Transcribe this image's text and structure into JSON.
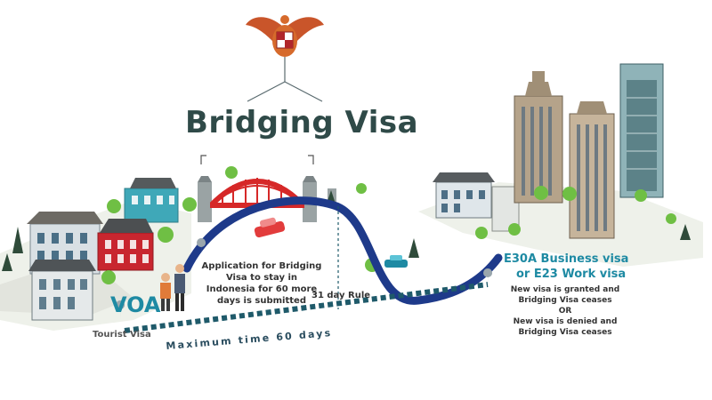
{
  "title": "Bridging Visa",
  "voa_label": "VOA",
  "tourist_visa": "Tourist Visa",
  "max_time": "Maximum time 60 days",
  "application_text": "Application for Bridging Visa to stay in Indonesia for 60 more days is submitted",
  "rule_label": "31 day Rule",
  "target_visa": {
    "line1": "E30A Business visa",
    "line2": "or E23 Work visa"
  },
  "outcomes": {
    "granted": "New visa is granted and Bridging Visa ceases",
    "or": "OR",
    "denied": "New visa is denied and Bridging Visa ceases"
  },
  "colors": {
    "title": "#2f4a48",
    "accent": "#1e8aa3",
    "path": "#1e3a8a",
    "bridge": "#d62828",
    "dotted": "#1f5a6a"
  },
  "icons": [
    "garuda-emblem",
    "location-pin-icon",
    "car-icon",
    "tree-icon",
    "building-icon"
  ]
}
